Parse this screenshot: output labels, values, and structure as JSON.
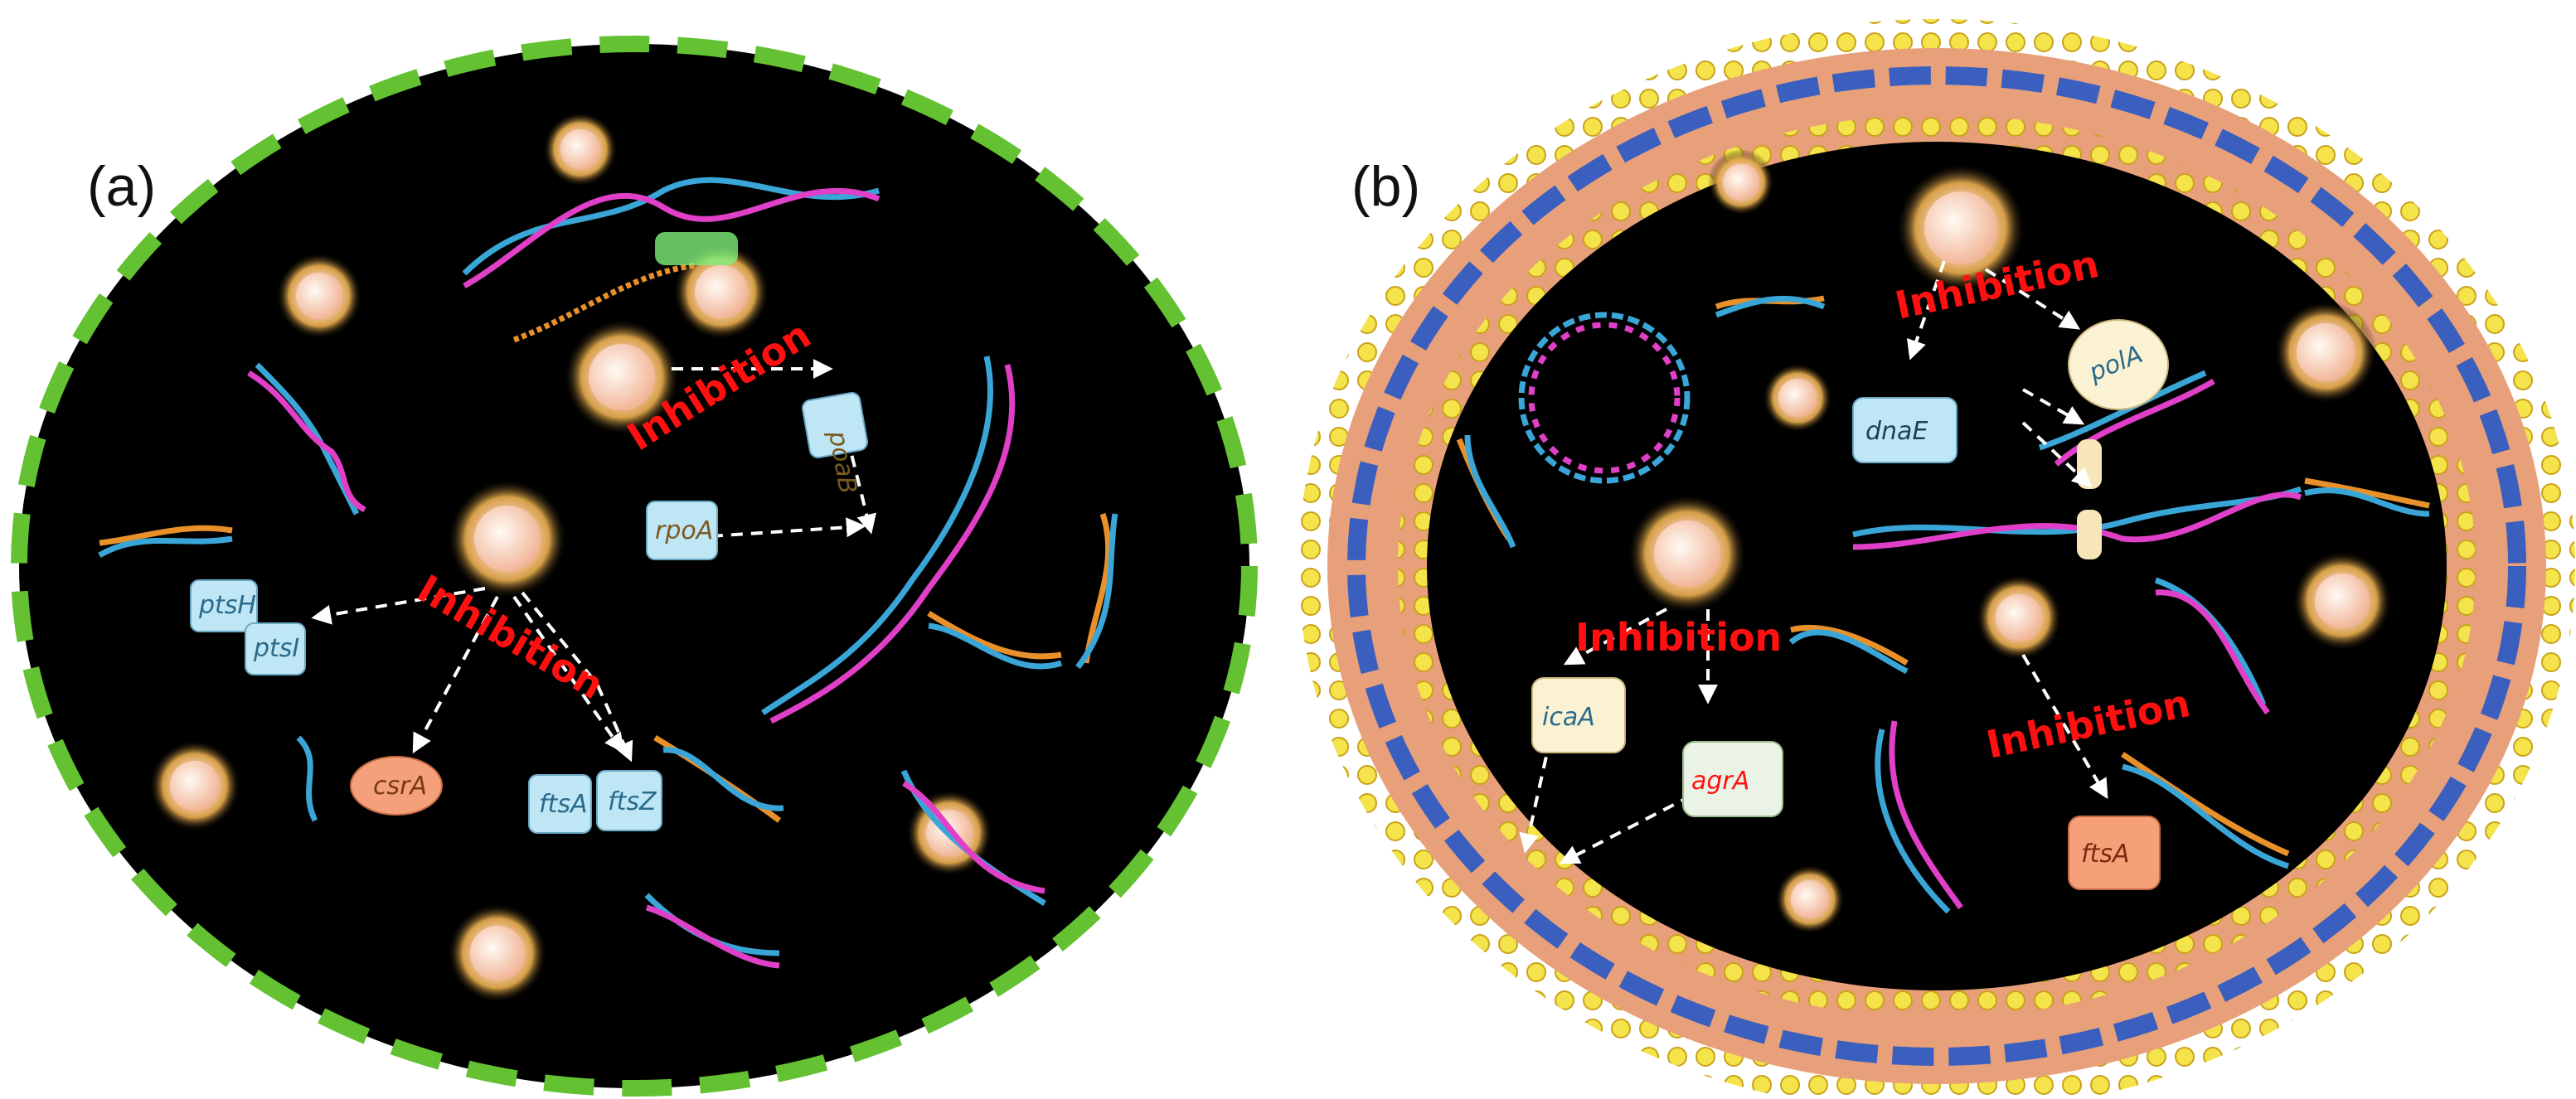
{
  "colors": {
    "cytoplasm": "#000000",
    "membrane_green": "#63c132",
    "membrane_orange": "#e8a07a",
    "membrane_blue": "#3a5fbf",
    "lipid_head": "#f4e34a",
    "inhibition_red": "#ff1010",
    "gene_box": "#bfe6f5",
    "nanoparticle": "#f5c9a8",
    "dna_blue": "#3aa6d8",
    "dna_pink": "#e040c8",
    "dna_orange": "#e8902a"
  },
  "panel_a": {
    "label": "(a)",
    "inhibition_1": "Inhibition",
    "inhibition_2": "Inhibition",
    "genes": {
      "poaB": "poaB",
      "rpoA": "rpoA",
      "ptsH": "ptsH",
      "ptsI": "ptsI",
      "csrA": "csrA",
      "ftsA": "ftsA",
      "ftsZ": "ftsZ"
    }
  },
  "panel_b": {
    "label": "(b)",
    "inhibition_1": "Inhibition",
    "inhibition_2": "Inhibition",
    "inhibition_3": "Inhibition",
    "genes": {
      "polA": "polA",
      "dnaE": "dnaE",
      "icaA": "icaA",
      "agrA": "agrA",
      "ftsA": "ftsA"
    }
  }
}
